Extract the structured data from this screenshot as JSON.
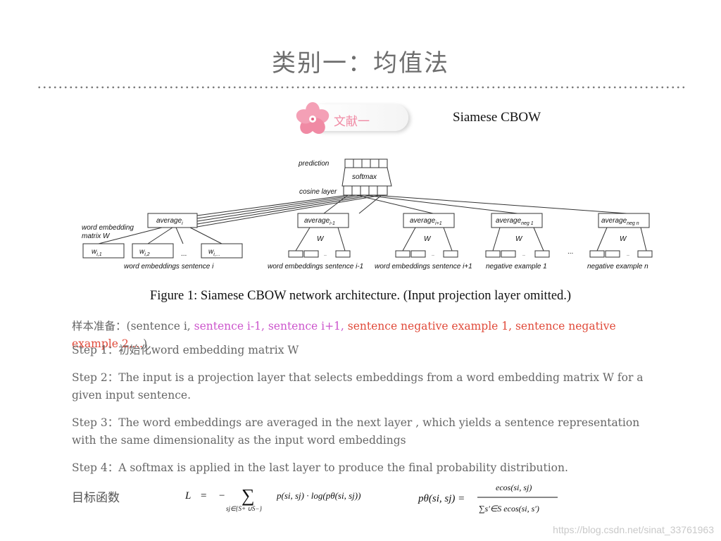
{
  "slide": {
    "title": "类别一：均值法",
    "tag": "文献一",
    "figure_title": "Siamese CBOW",
    "caption": "Figure 1: Siamese CBOW network architecture. (Input projection layer omitted.)",
    "watermark": "https://blog.csdn.net/sinat_33761963"
  },
  "diagram": {
    "prediction": "prediction",
    "softmax": "softmax",
    "cosine_layer": "cosine layer",
    "we_label_1": "word embedding",
    "we_label_2": "matrix W",
    "avg_main": "average",
    "avg_main_sub": "i",
    "w1": "w",
    "w1_sub": "i,1",
    "w2": "w",
    "w2_sub": "i,2",
    "w3": "w",
    "w3_sub": "i,...",
    "dots": "...",
    "small_dots": "..",
    "W": "W",
    "groups": [
      {
        "avg": "average",
        "sub": "i-1",
        "label": "word embeddings sentence i-1"
      },
      {
        "avg": "average",
        "sub": "i+1",
        "label": "word embeddings sentence i+1"
      },
      {
        "avg": "average",
        "sub": "neg 1",
        "label": "negative example 1"
      },
      {
        "avg": "average",
        "sub": "neg n",
        "label": "negative example n"
      }
    ],
    "main_label": "word embeddings sentence i"
  },
  "text": {
    "prep_label": "样本准备：",
    "prep_open": "(sentence i, ",
    "prep_pos": "sentence i-1, sentence i+1,",
    "prep_neg": " sentence negative example 1, sentence negative example 2,…",
    "prep_close": ")",
    "step1": "Step 1：初始化word embedding matrix W",
    "step2": "Step 2：The input is a projection layer that selects embeddings from a word embedding matrix W for a given input sentence.",
    "step3": "Step 3：The word embeddings are averaged in the next layer , which yields a sentence representation with the same dimensionality as the input word embeddings",
    "step4": "Step 4：A softmax is applied in the last layer to produce the final probability distribution.",
    "objective": "目标函数"
  },
  "formula": {
    "L": "L",
    "eq": "=",
    "minus": "−",
    "sum": "∑",
    "sum_sub": "sj∈{S+ ∪S−}",
    "body": "p(si, sj) · log(pθ(si, sj))",
    "p_lhs": "pθ(si, sj) =",
    "num": "ecos(si, sj)",
    "den": "∑s′∈S ecos(si, s′)"
  },
  "colors": {
    "positive": "#cc55cc",
    "negative": "#e04a3a",
    "tag_pink": "#f08aa4"
  }
}
